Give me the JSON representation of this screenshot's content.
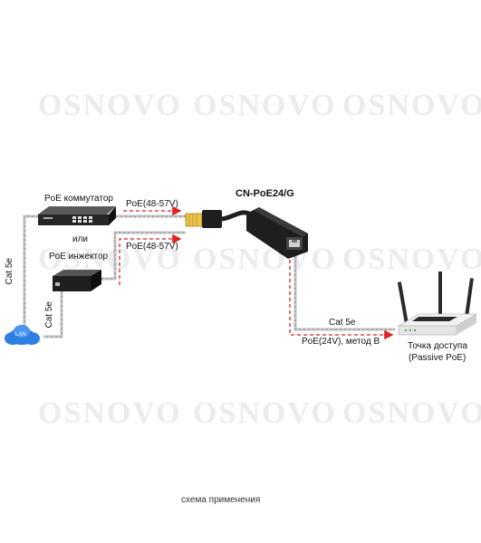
{
  "device_title": "CN-PoE24/G",
  "switch_label": "PoE коммутатор",
  "or_label": "или",
  "injector_label": "PoE инжектор",
  "poe_in_top": "PoE(48-57V)",
  "poe_in_bottom": "PoE(48-57V)",
  "cat_left_vertical": "Cat 5e",
  "cat_lan_vertical": "Cat 5e",
  "cat_output": "Cat 5e",
  "poe_output": "PoE(24V), метод B",
  "access_point_line1": "Точка доступа",
  "access_point_line2": "(Passive PoE)",
  "lan_label": "LAN",
  "caption": "схема применения",
  "watermark": "OSNOVO",
  "colors": {
    "poe_line": "#e02020",
    "cable": "#c8c8c8",
    "device_black": "#1e1e1e",
    "cloud": "#2f7fe0"
  }
}
